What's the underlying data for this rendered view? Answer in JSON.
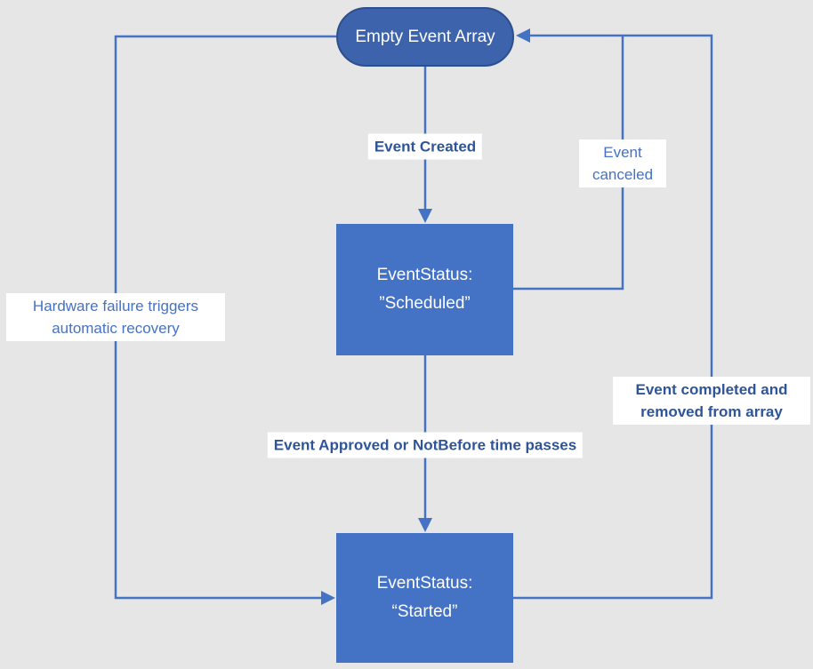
{
  "diagram": {
    "type": "state-diagram",
    "background_color": "#E6E6E6",
    "colors": {
      "stadium_fill": "#3D63AC",
      "stadium_border": "#2E4F8E",
      "box_fill": "#4472C4",
      "connector": "#4472C4",
      "label_bold_text": "#2E5597",
      "label_regular_text": "#4472C4",
      "label_background": "#FFFFFF",
      "node_text": "#FFFFFF"
    },
    "nodes": {
      "empty_event_array": {
        "label": "Empty Event Array"
      },
      "scheduled": {
        "line1": "EventStatus:",
        "line2": "”Scheduled”"
      },
      "started": {
        "line1": "EventStatus:",
        "line2": "“Started”"
      }
    },
    "edges": {
      "event_created": {
        "label": "Event Created",
        "from": "empty_event_array",
        "to": "scheduled"
      },
      "event_canceled": {
        "label": "Event canceled",
        "from": "scheduled",
        "to": "empty_event_array"
      },
      "event_approved": {
        "label": "Event Approved or NotBefore time passes",
        "from": "scheduled",
        "to": "started"
      },
      "hardware_failure": {
        "label": "Hardware failure triggers automatic recovery",
        "from": "empty_event_array",
        "to": "started"
      },
      "event_completed": {
        "label": "Event completed and removed from array",
        "from": "started",
        "to": "empty_event_array"
      }
    }
  }
}
